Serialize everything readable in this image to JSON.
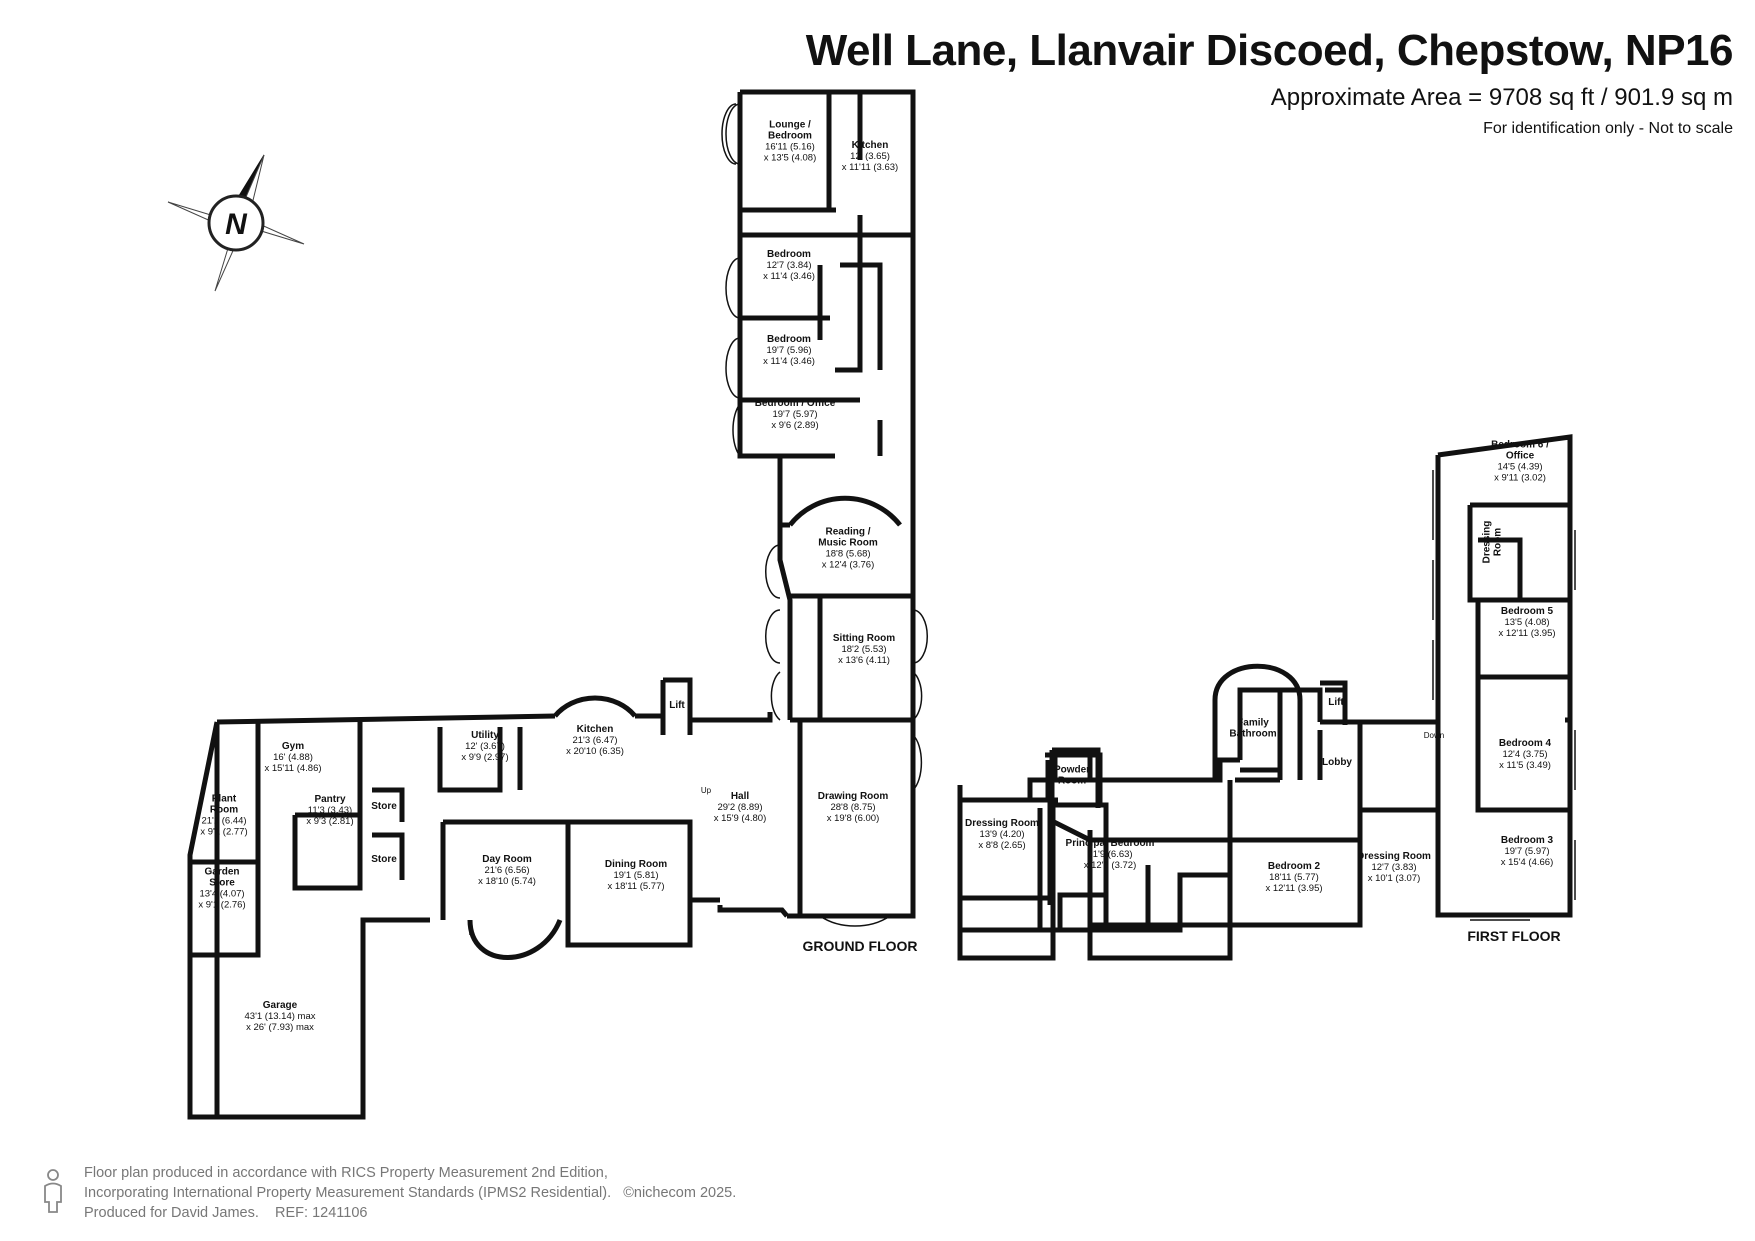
{
  "header": {
    "title": "Well Lane, Llanvair Discoed, Chepstow, NP16",
    "area": "Approximate Area = 9708 sq ft / 901.9 sq m",
    "note": "For identification only - Not to scale"
  },
  "compass": {
    "icon": "north-arrow-icon",
    "letter": "N"
  },
  "floors": {
    "ground": "GROUND FLOOR",
    "first": "FIRST FLOOR"
  },
  "rooms": {
    "lounge_bedroom": {
      "name": [
        "Lounge /",
        "Bedroom"
      ],
      "dims": [
        "16'11 (5.16)",
        "x 13'5 (4.08)"
      ]
    },
    "annex_kitchen": {
      "name": [
        "Kitchen"
      ],
      "dims": [
        "12' (3.65)",
        "x 11'11 (3.63)"
      ]
    },
    "bedroom_a": {
      "name": [
        "Bedroom"
      ],
      "dims": [
        "12'7 (3.84)",
        "x 11'4 (3.46)"
      ]
    },
    "bedroom_b": {
      "name": [
        "Bedroom"
      ],
      "dims": [
        "19'7 (5.96)",
        "x 11'4 (3.46)"
      ]
    },
    "bedroom_office": {
      "name": [
        "Bedroom / Office"
      ],
      "dims": [
        "19'7 (5.97)",
        "x 9'6 (2.89)"
      ]
    },
    "reading_music": {
      "name": [
        "Reading /",
        "Music Room"
      ],
      "dims": [
        "18'8 (5.68)",
        "x 12'4 (3.76)"
      ]
    },
    "sitting_room": {
      "name": [
        "Sitting Room"
      ],
      "dims": [
        "18'2 (5.53)",
        "x 13'6 (4.11)"
      ]
    },
    "drawing_room": {
      "name": [
        "Drawing Room"
      ],
      "dims": [
        "28'8 (8.75)",
        "x 19'8 (6.00)"
      ]
    },
    "hall": {
      "name": [
        "Hall"
      ],
      "dims": [
        "29'2 (8.89)",
        "x 15'9 (4.80)"
      ]
    },
    "kitchen": {
      "name": [
        "Kitchen"
      ],
      "dims": [
        "21'3 (6.47)",
        "x 20'10 (6.35)"
      ]
    },
    "dining_room": {
      "name": [
        "Dining Room"
      ],
      "dims": [
        "19'1 (5.81)",
        "x 18'11 (5.77)"
      ]
    },
    "day_room": {
      "name": [
        "Day Room"
      ],
      "dims": [
        "21'6 (6.56)",
        "x 18'10 (5.74)"
      ]
    },
    "utility": {
      "name": [
        "Utility"
      ],
      "dims": [
        "12' (3.67)",
        "x 9'9 (2.97)"
      ]
    },
    "gym": {
      "name": [
        "Gym"
      ],
      "dims": [
        "16' (4.88)",
        "x 15'11 (4.86)"
      ]
    },
    "plant_room": {
      "name": [
        "Plant",
        "Room"
      ],
      "dims": [
        "21'2 (6.44)",
        "x 9'1 (2.77)"
      ]
    },
    "pantry": {
      "name": [
        "Pantry"
      ],
      "dims": [
        "11'3 (3.43)",
        "x 9'3 (2.81)"
      ]
    },
    "garden_store": {
      "name": [
        "Garden",
        "Store"
      ],
      "dims": [
        "13'4 (4.07)",
        "x 9'1 (2.76)"
      ]
    },
    "garage": {
      "name": [
        "Garage"
      ],
      "dims": [
        "43'1 (13.14) max",
        "x 26' (7.93) max"
      ]
    },
    "store_1": {
      "name": [
        "Store"
      ],
      "dims": []
    },
    "store_2": {
      "name": [
        "Store"
      ],
      "dims": []
    },
    "lift_ground": {
      "name": [
        "Lift"
      ],
      "dims": []
    },
    "stairs_up": {
      "name": [
        "Up"
      ],
      "dims": []
    },
    "bedroom_6_office": {
      "name": [
        "Bedroom 6 /",
        "Office"
      ],
      "dims": [
        "14'5 (4.39)",
        "x 9'11 (3.02)"
      ]
    },
    "dressing_room_upper": {
      "name": [
        "Dressing",
        "Room"
      ],
      "dims": []
    },
    "bedroom_5": {
      "name": [
        "Bedroom 5"
      ],
      "dims": [
        "13'5 (4.08)",
        "x 12'11 (3.95)"
      ]
    },
    "bedroom_4": {
      "name": [
        "Bedroom 4"
      ],
      "dims": [
        "12'4 (3.75)",
        "x 11'5 (3.49)"
      ]
    },
    "bedroom_3": {
      "name": [
        "Bedroom 3"
      ],
      "dims": [
        "19'7 (5.97)",
        "x 15'4 (4.66)"
      ]
    },
    "dressing_room_b2": {
      "name": [
        "Dressing Room"
      ],
      "dims": [
        "12'7 (3.83)",
        "x 10'1 (3.07)"
      ]
    },
    "bedroom_2": {
      "name": [
        "Bedroom 2"
      ],
      "dims": [
        "18'11 (5.77)",
        "x 12'11 (3.95)"
      ]
    },
    "principal_bedroom": {
      "name": [
        "Principal Bedroom"
      ],
      "dims": [
        "21'9 (6.63)",
        "x 12'2 (3.72)"
      ]
    },
    "dressing_room_principal": {
      "name": [
        "Dressing Room"
      ],
      "dims": [
        "13'9 (4.20)",
        "x 8'8 (2.65)"
      ]
    },
    "powder_room": {
      "name": [
        "Powder",
        "Room"
      ],
      "dims": []
    },
    "family_bathroom": {
      "name": [
        "Family",
        "Bathroom"
      ],
      "dims": []
    },
    "lobby": {
      "name": [
        "Lobby"
      ],
      "dims": []
    },
    "lift_first": {
      "name": [
        "Lift"
      ],
      "dims": []
    },
    "stairs_down": {
      "name": [
        "Down"
      ],
      "dims": []
    }
  },
  "footer": {
    "line1": "Floor plan produced in accordance with RICS Property Measurement 2nd Edition,",
    "line2": "Incorporating International Property Measurement Standards (IPMS2 Residential).",
    "copyright": "©nichecom 2025.",
    "line3": "Produced for David James.",
    "ref": "REF:  1241106",
    "icon": "person-icon"
  }
}
